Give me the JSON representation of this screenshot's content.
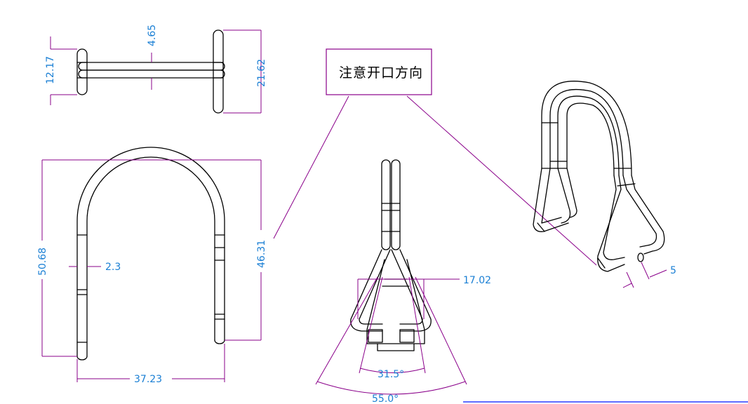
{
  "colors": {
    "dimension_line": "#8a008a",
    "dimension_text": "#1a7fd4",
    "part_outline": "#000000",
    "bottom_rule": "#2a3cff"
  },
  "dimensions": {
    "top_left_height": "12.17",
    "top_center_gap": "4.65",
    "top_right_height": "21.62",
    "front_total_height": "50.68",
    "front_wire_diameter": "2.3",
    "front_inner_height": "46.31",
    "front_width": "37.23",
    "side_spread": "17.02",
    "side_inner_angle": "31.5°",
    "side_outer_angle": "55.0°",
    "iso_opening": "5"
  },
  "note": {
    "text": "注意开口方向"
  }
}
